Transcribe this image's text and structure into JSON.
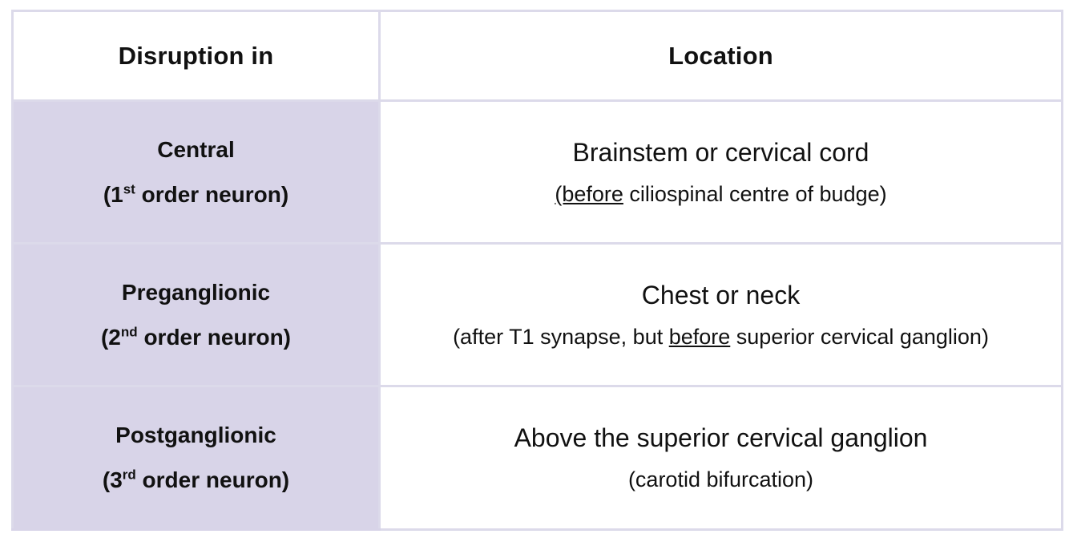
{
  "header": {
    "col1": "Disruption in",
    "col2": "Location"
  },
  "rows": [
    {
      "title": "Central",
      "order_pre": "(1",
      "order_sup": "st",
      "order_post": " order neuron)",
      "location": "Brainstem or cervical cord",
      "detail_pre": "",
      "detail_underlined": "(before",
      "detail_post": " ciliospinal centre of budge)"
    },
    {
      "title": "Preganglionic",
      "order_pre": "(2",
      "order_sup": "nd",
      "order_post": " order neuron)",
      "location": "Chest or neck",
      "detail_pre": "(after T1 synapse, but ",
      "detail_underlined": "before",
      "detail_post": " superior cervical ganglion)"
    },
    {
      "title": "Postganglionic",
      "order_pre": "(3",
      "order_sup": "rd",
      "order_post": " order neuron)",
      "location": "Above the superior cervical ganglion",
      "detail_pre": "(carotid bifurcation)",
      "detail_underlined": "",
      "detail_post": ""
    }
  ],
  "colors": {
    "left_column_fill": "#d8d4e8",
    "grid_lines": "#dcdaea",
    "background": "#ffffff"
  }
}
